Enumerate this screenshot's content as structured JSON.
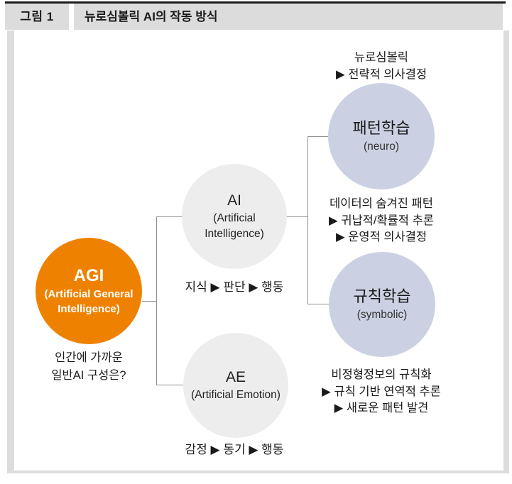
{
  "header": {
    "figure_label": "그림 1",
    "title": "뉴로심볼릭 AI의 작동 방식"
  },
  "diagram": {
    "agi": {
      "title": "AGI",
      "subtitle_line1": "(Artificial General",
      "subtitle_line2": "Intelligence)",
      "caption_line1": "인간에 가까운",
      "caption_line2": "일반AI 구성은?"
    },
    "ai": {
      "title": "AI",
      "subtitle_line1": "(Artificial",
      "subtitle_line2": "Intelligence)",
      "caption": "지식 ▶ 판단 ▶ 행동"
    },
    "ae": {
      "title": "AE",
      "subtitle_line1": "(Artificial Emotion)",
      "caption": "감정 ▶ 동기 ▶ 행동"
    },
    "neuro": {
      "title": "패턴학습",
      "subtitle": "(neuro)",
      "note_above": [
        "뉴로심볼릭",
        "▶ 전략적 의사결정"
      ],
      "note_below": [
        "데이터의 숨겨진 패턴",
        "▶ 귀납적/확률적 추론",
        "▶ 운영적 의사결정"
      ]
    },
    "symbolic": {
      "title": "규칙학습",
      "subtitle": "(symbolic)",
      "note_below": [
        "비정형정보의 규칙화",
        "▶ 규칙 기반 연역적 추론",
        "▶ 새로운 패턴 발견"
      ]
    }
  },
  "colors": {
    "agi_circle": "#EE8200",
    "ai_ae_circle": "#EDEDED",
    "neuro_symbolic_circle": "#CBD1E3",
    "header_band": "#DCDCDC",
    "connector_line": "#8F8F8F",
    "top_rule": "#1B1B1B",
    "bottom_rule": "#C6C6C6"
  }
}
